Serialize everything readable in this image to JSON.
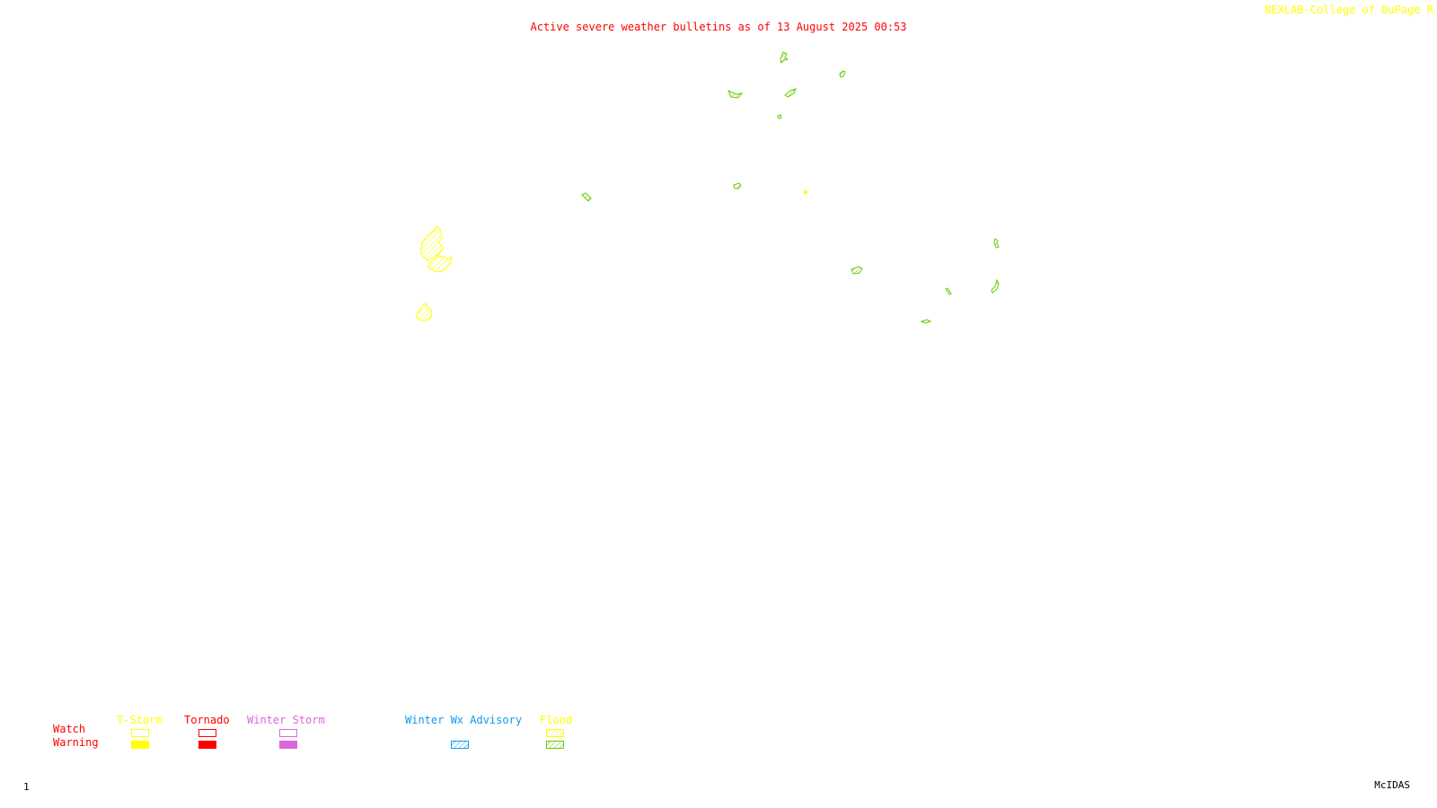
{
  "title": "Active severe weather bulletins as of 13 August 2025 00:53",
  "source": "NEXLAB-College of DuPage R",
  "frame_number": "1",
  "software": "McIDAS",
  "legend": {
    "row_labels": {
      "watch": "Watch",
      "warning": "Warning"
    },
    "categories": [
      {
        "name": "T-Storm",
        "color": "#ffff00",
        "watch_style": "outline",
        "warning_style": "solid"
      },
      {
        "name": "Tornado",
        "color": "#ff0000",
        "watch_style": "outline",
        "warning_style": "solid"
      },
      {
        "name": "Winter Storm",
        "color": "#dd66dd",
        "watch_style": "outline",
        "warning_style": "solid"
      },
      {
        "name": "Winter Wx Advisory",
        "color": "#1199ee",
        "watch_style": "none",
        "warning_style": "hatched"
      },
      {
        "name": "Flood",
        "color": "#ffff00",
        "warning_color": "#66cc00",
        "watch_style": "hatched",
        "warning_style": "hatched"
      }
    ]
  },
  "colors": {
    "tstorm": "#ffff00",
    "flood": "#66cc00",
    "title": "#ff0000"
  }
}
